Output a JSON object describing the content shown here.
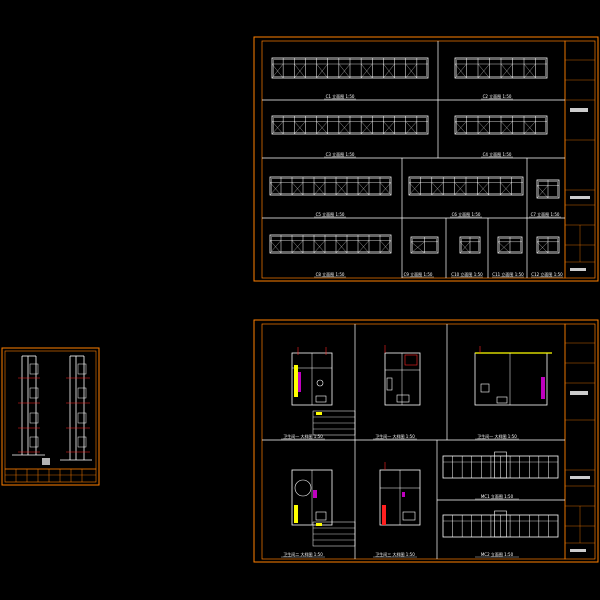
{
  "sheets": [
    {
      "id": "sheet-small-section",
      "title_block_cells": 8,
      "floors": 4
    },
    {
      "id": "sheet-window-elevations",
      "cells": [
        {
          "label": "C1 立面图",
          "scale": "1:50"
        },
        {
          "label": "C2 立面图",
          "scale": "1:50"
        },
        {
          "label": "C3 立面图",
          "scale": "1:50"
        },
        {
          "label": "C4 立面图",
          "scale": "1:50"
        },
        {
          "label": "C5 立面图",
          "scale": "1:50"
        },
        {
          "label": "C6 立面图",
          "scale": "1:50"
        },
        {
          "label": "C7 立面图",
          "scale": "1:50"
        },
        {
          "label": "C8 立面图",
          "scale": "1:50"
        },
        {
          "label": "C9 立面图",
          "scale": "1:50"
        },
        {
          "label": "C10 立面图",
          "scale": "1:50"
        },
        {
          "label": "C11 立面图",
          "scale": "1:50"
        },
        {
          "label": "C12 立面图",
          "scale": "1:50"
        }
      ]
    },
    {
      "id": "sheet-plan-details",
      "cells": [
        {
          "label": "卫生间一 大样图",
          "scale": "1:50"
        },
        {
          "label": "卫生间一 大样图",
          "scale": "1:50"
        },
        {
          "label": "卫生间一 大样图",
          "scale": "1:50"
        },
        {
          "label": "卫生间二 大样图",
          "scale": "1:50"
        },
        {
          "label": "卫生间三 大样图",
          "scale": "1:50"
        },
        {
          "label": "MC1 立面图",
          "scale": "1:50"
        },
        {
          "label": "MC2 立面图",
          "scale": "1:50"
        }
      ]
    }
  ],
  "colors": {
    "frame": "#ff7f00",
    "line": "#ffffff",
    "accent_red": "#ff2020",
    "accent_magenta": "#c000c0",
    "accent_yellow": "#ffff00",
    "background": "#000000"
  }
}
